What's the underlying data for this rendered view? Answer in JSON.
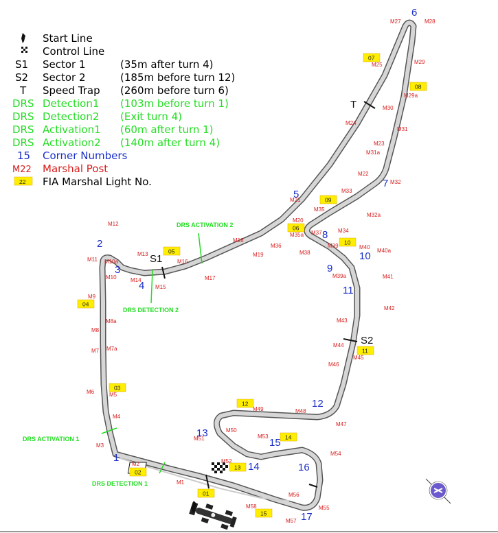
{
  "legend": {
    "start_line": "Start Line",
    "control_line": "Control Line",
    "s1_sym": "S1",
    "s1_label": "Sector 1",
    "s1_desc": "(35m after turn 4)",
    "s2_sym": "S2",
    "s2_label": "Sector 2",
    "s2_desc": "(185m before turn 12)",
    "t_sym": "T",
    "t_label": "Speed Trap",
    "t_desc": "(260m before turn 6)",
    "drs_sym": "DRS",
    "d1_label": "Detection1",
    "d1_desc": "(103m before turn 1)",
    "d2_label": "Detection2",
    "d2_desc": "(Exit turn 4)",
    "a1_label": "Activation1",
    "a1_desc": "(60m after turn 1)",
    "a2_label": "Activation2",
    "a2_desc": "(140m after turn 4)",
    "corner_sym": "15",
    "corner_label": "Corner Numbers",
    "marshal_sym": "M22",
    "marshal_label": "Marshal Post",
    "light_sym": "22",
    "light_label": "FIA Marshal Light No."
  },
  "markers": {
    "s1": "S1",
    "s2": "S2",
    "t": "T"
  },
  "drs_labels": {
    "activation2": "DRS ACTIVATION 2",
    "detection2": "DRS DETECTION 2",
    "activation1": "DRS ACTIVATION 1",
    "detection1": "DRS DETECTION 1"
  },
  "corners": [
    "1",
    "2",
    "3",
    "4",
    "5",
    "6",
    "7",
    "8",
    "9",
    "10",
    "11",
    "12",
    "13",
    "14",
    "15",
    "16",
    "17"
  ],
  "marshal_posts": [
    "M27",
    "M28",
    "M25",
    "M29",
    "M29a",
    "M30",
    "M24",
    "M31",
    "M23",
    "M31a",
    "M22",
    "M32",
    "M33",
    "M21",
    "M35",
    "M32a",
    "M20",
    "M35a",
    "M37",
    "M34",
    "M39",
    "M40",
    "M40a",
    "M12",
    "M18",
    "M36",
    "M38",
    "M19",
    "M13",
    "M16",
    "M11",
    "M10a",
    "M14",
    "M15",
    "M17",
    "M10",
    "M39a",
    "M41",
    "M9",
    "M42",
    "M8a",
    "M43",
    "M8",
    "M44",
    "M45",
    "M7",
    "M7a",
    "M46",
    "M6",
    "M5",
    "M49",
    "M48",
    "M4",
    "M47",
    "M50",
    "M51",
    "M53",
    "M3",
    "M54",
    "M52",
    "M2",
    "M1",
    "M56",
    "M58",
    "M55",
    "M57"
  ],
  "lights": [
    "07",
    "08",
    "09",
    "06",
    "10",
    "05",
    "04",
    "11",
    "03",
    "12",
    "14",
    "13",
    "02",
    "01",
    "15"
  ],
  "colors": {
    "track": "#c8c8c8",
    "track_edge": "#555555",
    "corner": "#1a2ec8",
    "marshal": "#d81c1c",
    "drs": "#22dd22",
    "light_fill": "#ffee00"
  }
}
